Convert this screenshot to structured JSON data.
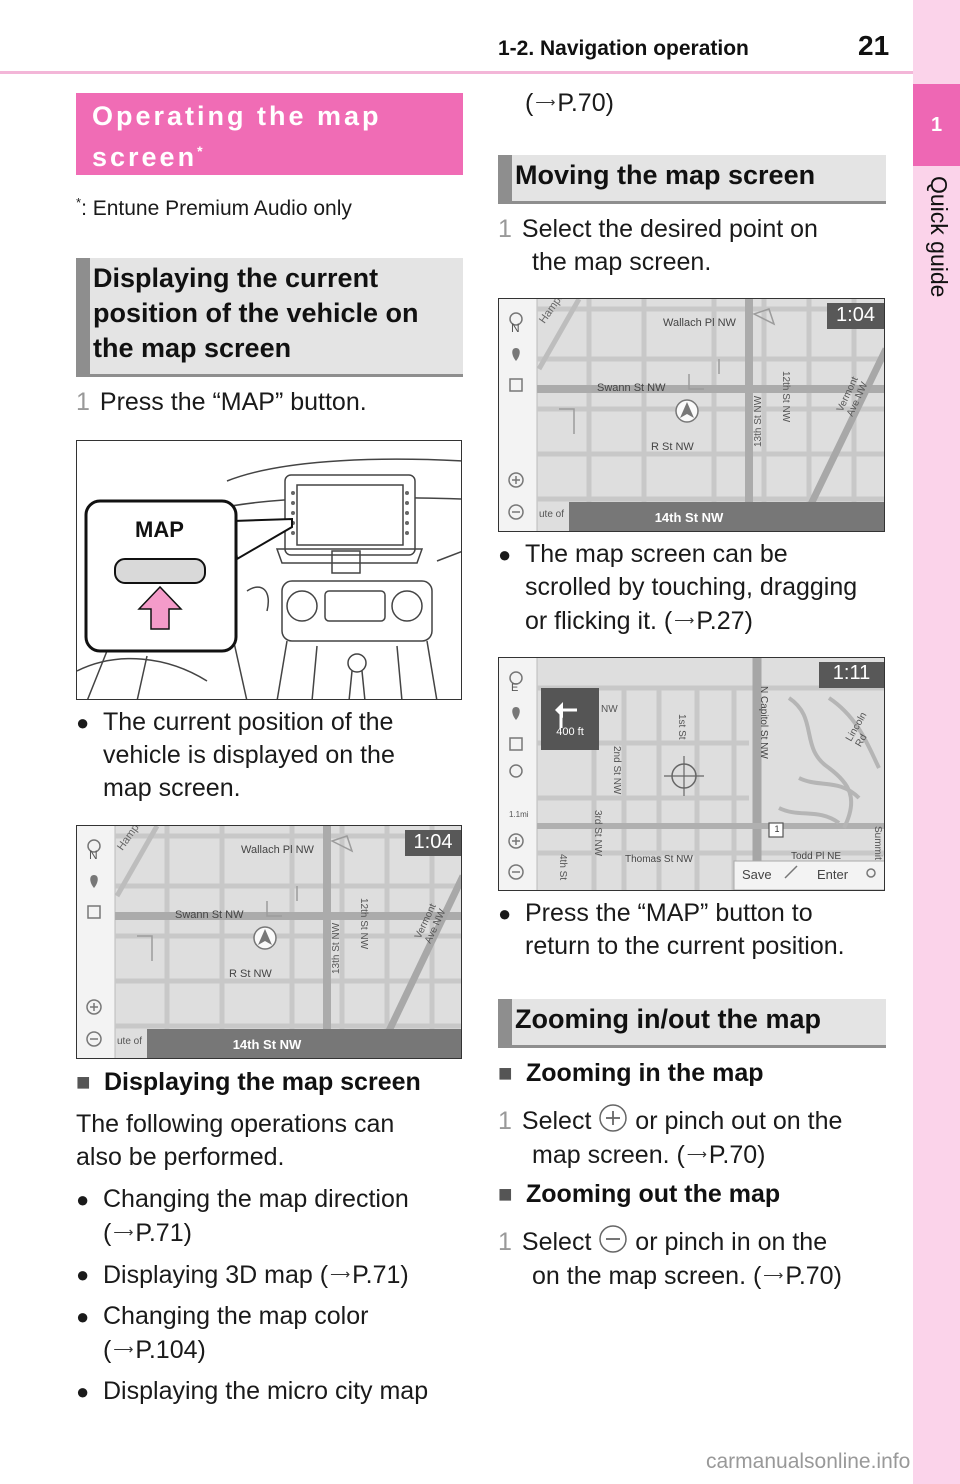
{
  "header": {
    "section": "1-2. Navigation operation",
    "page_number": "21"
  },
  "side_tab": {
    "chapter": "1",
    "label": "Quick guide"
  },
  "left": {
    "main_heading": "Operating the map screen",
    "main_heading_mark": "*",
    "footnote_mark": "*",
    "footnote": ": Entune Premium Audio only",
    "subheading_1_lines": [
      "Displaying the current",
      "position of the vehicle on",
      "the map screen"
    ],
    "step_1_num": "1",
    "step_1_text": "Press the “MAP” button.",
    "fig1_label": "MAP",
    "bullet_1_lines": [
      "The current position of the",
      "vehicle is displayed on the",
      "map screen."
    ],
    "subhead_display": "Displaying the map screen",
    "para_lines": [
      "The following operations can",
      "also be performed."
    ],
    "bullet_2_line1": "Changing the map direction",
    "bullet_2_ref": "P.71",
    "bullet_3_text": "Displaying 3D map (",
    "bullet_3_ref": "P.71",
    "bullet_4_line1": "Changing the map color",
    "bullet_4_ref": "P.104",
    "bullet_5_text": "Displaying the micro city map"
  },
  "right": {
    "ref_continued": "P.70",
    "heading_moving": "Moving the map screen",
    "step_1_num": "1",
    "step_1_lines": [
      "Select the desired point on",
      "the map screen."
    ],
    "bullet_scroll_lines": [
      "The map screen can be",
      "scrolled by touching, dragging",
      "or flicking it. ("
    ],
    "bullet_scroll_ref": "P.27",
    "bullet_press_lines": [
      "Press the “MAP” button to",
      "return to the current position."
    ],
    "heading_zoom": "Zooming in/out the map",
    "subhead_zoom_in": "Zooming in the map",
    "zoom_in_num": "1",
    "zoom_in_select": "Select",
    "zoom_in_rest": "or pinch out on the",
    "zoom_in_line2": "map screen. (",
    "zoom_in_ref": "P.70",
    "subhead_zoom_out": "Zooming out the map",
    "zoom_out_num": "1",
    "zoom_out_select": "Select",
    "zoom_out_rest": "or pinch in on the",
    "zoom_out_line2": "on the map screen. (",
    "zoom_out_ref": "P.70"
  },
  "map_screen": {
    "clock": "1:04",
    "street_wallach": "Wallach Pl NW",
    "street_swann": "Swann St NW",
    "street_r": "R St NW",
    "street_13th": "13th St NW",
    "street_12th": "12th St NW",
    "street_vermont": "Vermont Ave NW",
    "street_hampshire": "Hampshire",
    "current_street": "14th St NW",
    "left_fragment": "ute of",
    "compass": "N"
  },
  "map_screen_2": {
    "clock": "1:11",
    "turn_distance": "400 ft",
    "street_1st": "1st St",
    "street_capitol": "N Capitol St NW",
    "street_2nd": "2nd St NW",
    "street_3rd": "3rd St NW",
    "street_4th": "4th St",
    "street_thomas": "Thomas St NW",
    "street_todd": "Todd Pl NE",
    "street_lincoln": "Lincoln Rd",
    "street_summit": "Summit",
    "street_nw_fragment": "NW",
    "route_shield": "1",
    "scale": "1.1mi",
    "compass": "E",
    "save_label": "Save",
    "enter_label": "Enter"
  },
  "watermark": "carmanualsonline.info"
}
